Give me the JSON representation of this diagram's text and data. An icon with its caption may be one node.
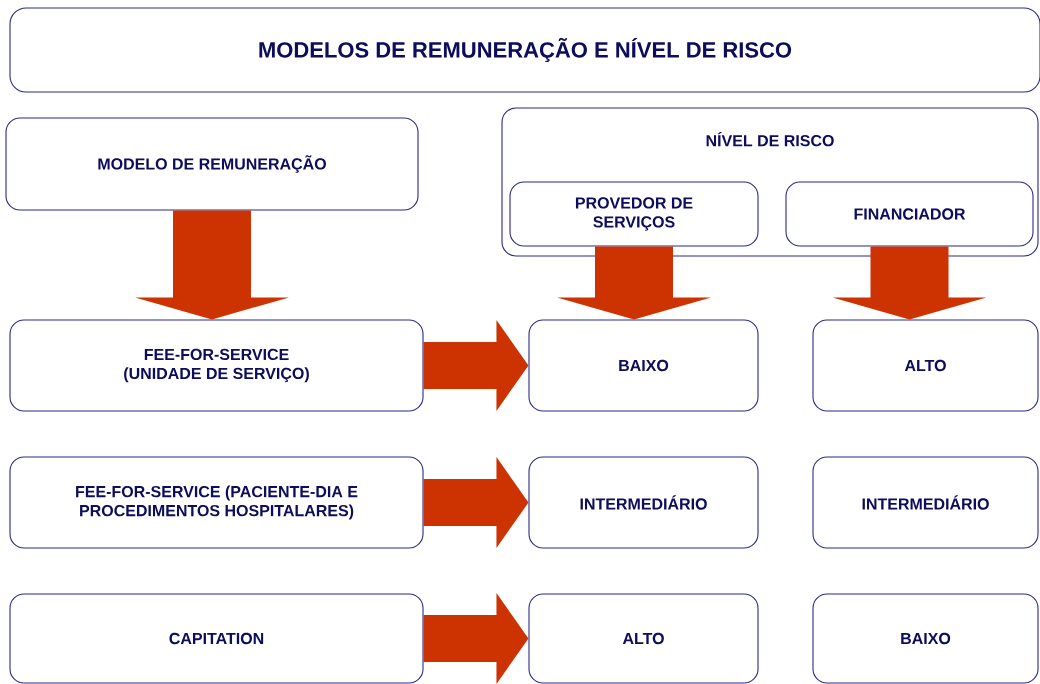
{
  "diagram": {
    "title": "MODELOS DE REMUNERAÇÃO E NÍVEL DE RISCO",
    "nodes": [
      {
        "text": [
          "MODELO DE REMUNERAÇÃO"
        ]
      },
      {
        "text": [
          "NÍVEL DE RISCO"
        ]
      },
      {
        "text": [
          "PROVEDOR DE SERVIÇOS"
        ],
        "in": 1
      },
      {
        "text": [
          "FINANCIADOR"
        ],
        "in": 1
      },
      {
        "text": [
          "FEE-FOR-SERVICE (UNIDADE DE SERVIÇO)"
        ]
      },
      {
        "text": [
          "BAIXO"
        ]
      },
      {
        "text": [
          "ALTO"
        ]
      },
      {
        "text": [
          "FEE-FOR-SERVICE (PACIENTE-DIA E PROCEDIMENTOS HOSPITALARES)"
        ]
      },
      {
        "text": [
          "INTERMEDIÁRIO"
        ]
      },
      {
        "text": [
          "INTERMEDIÁRIO"
        ]
      },
      {
        "text": [
          "CAPITATION"
        ]
      },
      {
        "text": [
          "ALTO"
        ]
      },
      {
        "text": [
          "BAIXO"
        ]
      }
    ],
    "edges": [
      {
        "from": 0,
        "to": 4,
        "arrow": "to"
      },
      {
        "from": 2,
        "to": 5,
        "arrow": "to"
      },
      {
        "from": 3,
        "to": 6,
        "arrow": "to"
      },
      {
        "from": 4,
        "to": 5,
        "arrow": "to"
      },
      {
        "from": 7,
        "to": 8,
        "arrow": "to"
      },
      {
        "from": 10,
        "to": 11,
        "arrow": "to"
      }
    ]
  }
}
